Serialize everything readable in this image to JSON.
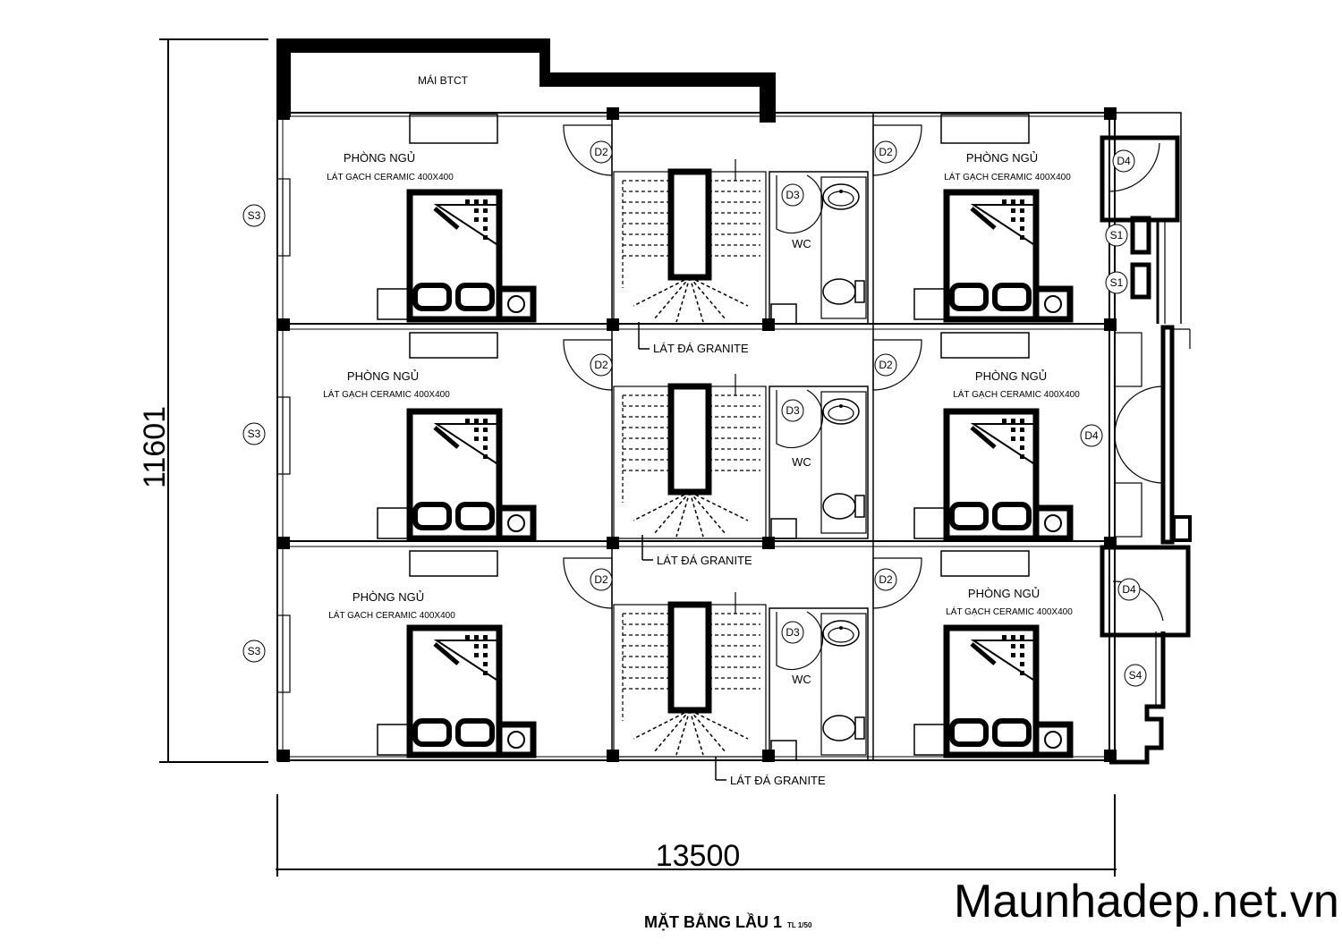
{
  "roof_label": "MÁI BTCT",
  "room_name": "PHÒNG NGỦ",
  "floor_finish": "LÁT GẠCH CERAMIC 400X400",
  "wc_label": "WC",
  "stair_finish": "LÁT ĐÁ GRANITE",
  "tags": {
    "d2": "D2",
    "d3": "D3",
    "d4": "D4",
    "s1": "S1",
    "s3": "S3",
    "s4": "S4"
  },
  "dimensions": {
    "height": "11601",
    "width": "13500"
  },
  "title": "MẶT BẰNG LẦU 1",
  "scale": "TL 1/50",
  "watermark": "Maunhadep.net.vn"
}
